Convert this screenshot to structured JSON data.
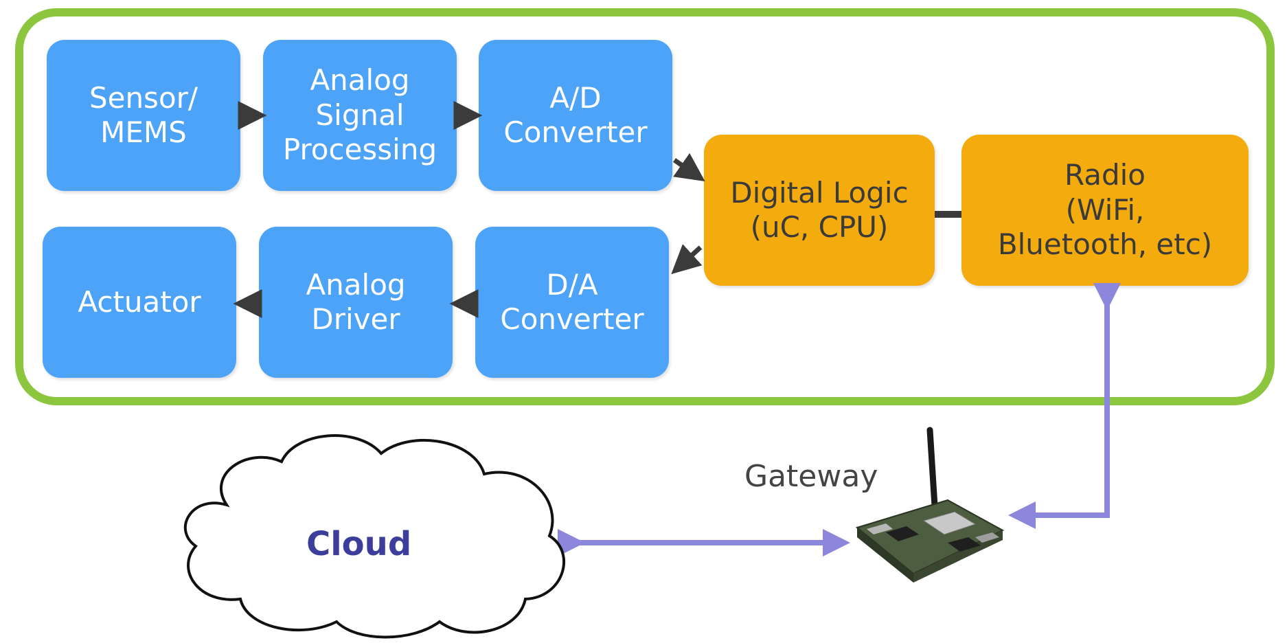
{
  "blocks": {
    "sensor": "Sensor/\nMEMS",
    "analog_signal_processing": "Analog\nSignal\nProcessing",
    "ad_converter": "A/D\nConverter",
    "actuator": "Actuator",
    "analog_driver": "Analog\nDriver",
    "da_converter": "D/A\nConverter",
    "digital_logic": "Digital Logic\n(uC, CPU)",
    "radio": "Radio\n(WiFi,\nBluetooth, etc)"
  },
  "labels": {
    "gateway": "Gateway",
    "cloud": "Cloud"
  },
  "colors": {
    "frame": "#8cc63f",
    "analog_blocks": "#4da3f7",
    "digital_blocks": "#f4ab0d",
    "wireless_links": "#8c86dc",
    "cloud_text": "#3d3d9b"
  },
  "icons": {
    "cloud": "cloud-icon",
    "gateway": "gateway-board-icon"
  }
}
